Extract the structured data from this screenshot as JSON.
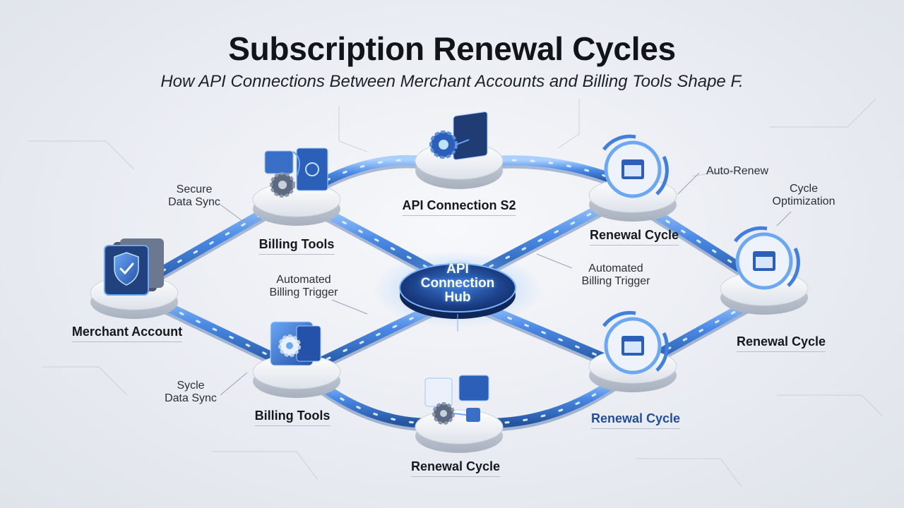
{
  "title": "Subscription Renewal Cycles",
  "subtitle": "How API Connections Between Merchant Accounts and Billing Tools Shape F.",
  "hub": {
    "line1": "API",
    "line2": "Connection",
    "line3": "Hub"
  },
  "nodes": {
    "merchant_account": "Merchant Account",
    "billing_tools_top": "Billing Tools",
    "billing_tools_bottom": "Billing Tools",
    "api_connection": "API Connection S2",
    "renewal_cycle_top": "Renewal Cycle",
    "renewal_cycle_right": "Renewal Cycle",
    "renewal_cycle_lower_right": "Renewal Cycle",
    "renewal_cycle_bottom": "Renewal Cycle"
  },
  "annotations": {
    "secure_sync": [
      "Secure",
      "Data Sync"
    ],
    "cycle_sync": [
      "Sycle",
      "Data Sync"
    ],
    "trigger_left": [
      "Automated",
      "Billing Trigger"
    ],
    "trigger_right": [
      "Automated",
      "Billing Trigger"
    ],
    "auto_renew": [
      "Auto-Renew"
    ],
    "cycle_optimization": [
      "Cycle",
      "Optimization"
    ]
  },
  "colors": {
    "pipe": "#3f7fe0",
    "pipe_light": "#9cc6ff",
    "node_platform": "#eef1f5",
    "icon_blue": "#2b5fb8",
    "hub": "#1c3f86"
  }
}
